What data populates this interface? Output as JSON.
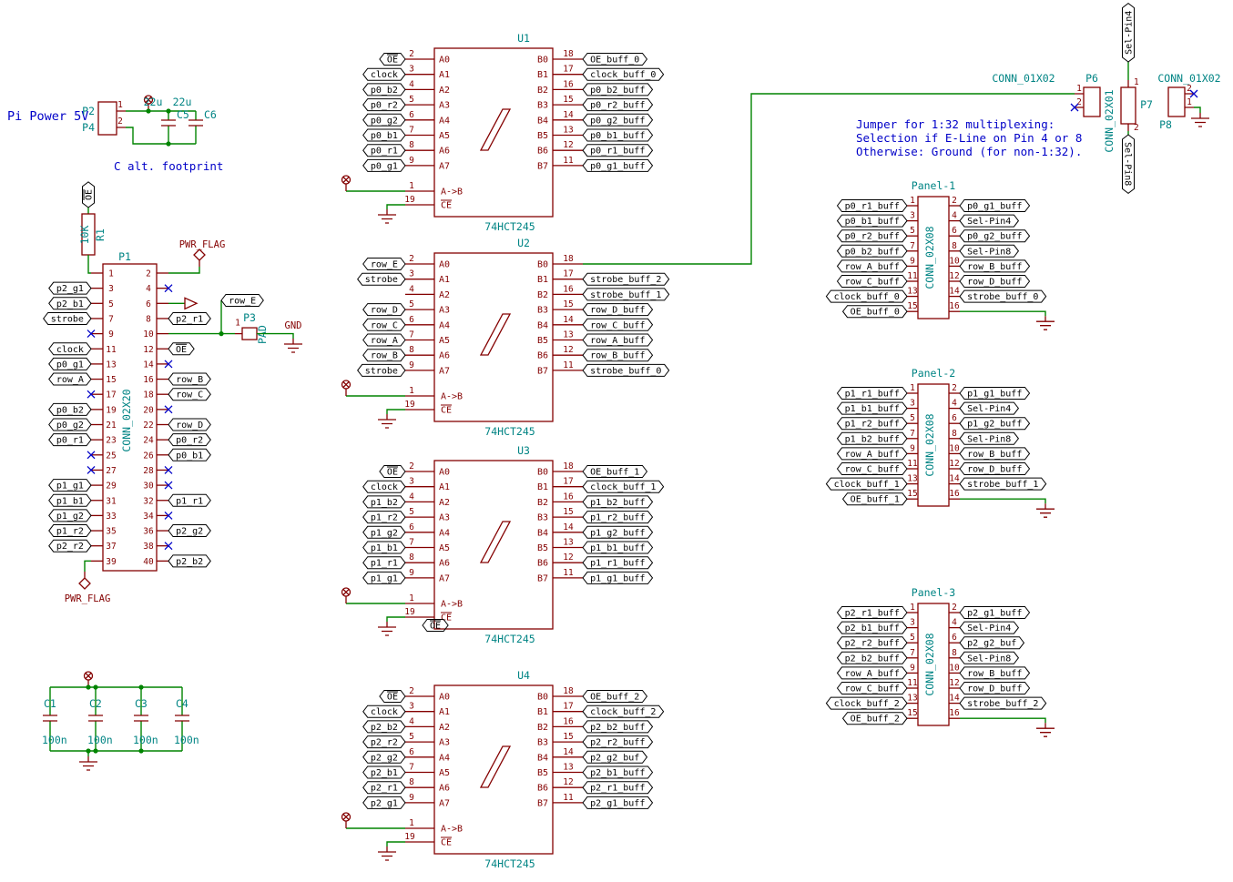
{
  "colors": {
    "wire_green": "#008400",
    "symbol_dark_red": "#840000",
    "reference_teal": "#008484",
    "label_black": "#000000",
    "note_blue": "#0000C8",
    "background": "#FFFFFF"
  },
  "notes": {
    "pi_power": "Pi Power 5V",
    "c_alt_footprint": "C alt. footprint",
    "jumper_note": [
      "Jumper for 1:32 multiplexing:",
      "Selection if E-Line on Pin 4 or 8",
      "Otherwise: Ground (for non-1:32)."
    ]
  },
  "pwr_flag": "PWR_FLAG",
  "gnd": "GND",
  "power_input": {
    "pin_labels": [
      "P2",
      "P4"
    ],
    "pin_numbers": [
      "1",
      "2"
    ],
    "caps": [
      {
        "ref": "C5",
        "value": "22u"
      },
      {
        "ref": "C6",
        "value": "22u"
      }
    ]
  },
  "pullup": {
    "ref": "R1",
    "value": "10K",
    "net": "OE"
  },
  "decoupling_caps": [
    {
      "ref": "C1",
      "value": "100n"
    },
    {
      "ref": "C2",
      "value": "100n"
    },
    {
      "ref": "C3",
      "value": "100n"
    },
    {
      "ref": "C4",
      "value": "100n"
    }
  ],
  "p1": {
    "ref": "P1",
    "value": "CONN_02X20",
    "left_pins": [
      {
        "num": "1"
      },
      {
        "num": "3",
        "label": "p2_g1"
      },
      {
        "num": "5",
        "label": "p2_b1"
      },
      {
        "num": "7",
        "label": "strobe"
      },
      {
        "num": "9",
        "nc": true
      },
      {
        "num": "11",
        "label": "clock"
      },
      {
        "num": "13",
        "label": "p0_g1"
      },
      {
        "num": "15",
        "label": "row_A"
      },
      {
        "num": "17",
        "nc": true
      },
      {
        "num": "19",
        "label": "p0_b2"
      },
      {
        "num": "21",
        "label": "p0_g2"
      },
      {
        "num": "23",
        "label": "p0_r1"
      },
      {
        "num": "25",
        "nc": true
      },
      {
        "num": "27",
        "nc": true
      },
      {
        "num": "29",
        "label": "p1_g1"
      },
      {
        "num": "31",
        "label": "p1_b1"
      },
      {
        "num": "33",
        "label": "p1_g2"
      },
      {
        "num": "35",
        "label": "p1_r2"
      },
      {
        "num": "37",
        "label": "p2_r2"
      },
      {
        "num": "39"
      }
    ],
    "right_pins": [
      {
        "num": "2"
      },
      {
        "num": "4",
        "nc": true
      },
      {
        "num": "6"
      },
      {
        "num": "8",
        "label": "p2_r1"
      },
      {
        "num": "10"
      },
      {
        "num": "12",
        "label": "OE"
      },
      {
        "num": "14",
        "nc": true
      },
      {
        "num": "16",
        "label": "row_B"
      },
      {
        "num": "18",
        "label": "row_C"
      },
      {
        "num": "20",
        "nc": true
      },
      {
        "num": "22",
        "label": "row_D"
      },
      {
        "num": "24",
        "label": "p0_r2"
      },
      {
        "num": "26",
        "label": "p0_b1"
      },
      {
        "num": "28",
        "nc": true
      },
      {
        "num": "30",
        "nc": true
      },
      {
        "num": "32",
        "label": "p1_r1"
      },
      {
        "num": "34",
        "nc": true
      },
      {
        "num": "36",
        "label": "p2_g2"
      },
      {
        "num": "38",
        "nc": true
      },
      {
        "num": "40",
        "label": "p2_b2"
      }
    ]
  },
  "row_e_net": {
    "label": "row_E"
  },
  "p3": {
    "ref": "P3",
    "value": "PAD",
    "pin": "1"
  },
  "buffers": [
    {
      "ref": "U1",
      "value": "74HCT245",
      "pin_numbers_left": [
        "2",
        "3",
        "4",
        "5",
        "6",
        "7",
        "8",
        "9"
      ],
      "pin_names_left": [
        "A0",
        "A1",
        "A2",
        "A3",
        "A4",
        "A5",
        "A6",
        "A7"
      ],
      "pin_numbers_right": [
        "18",
        "17",
        "16",
        "15",
        "14",
        "13",
        "12",
        "11"
      ],
      "pin_names_right": [
        "B0",
        "B1",
        "B2",
        "B3",
        "B4",
        "B5",
        "B6",
        "B7"
      ],
      "dir_pin": {
        "num": "1",
        "name": "A->B"
      },
      "enable_pin": {
        "num": "19",
        "name": "CE"
      },
      "inputs": [
        "OE",
        "clock",
        "p0_b2",
        "p0_r2",
        "p0_g2",
        "p0_b1",
        "p0_r1",
        "p0_g1"
      ],
      "outputs": [
        "OE_buff_0",
        "clock_buff_0",
        "p0_b2_buff",
        "p0_r2_buff",
        "p0_g2_buff",
        "p0_b1_buff",
        "p0_r1_buff",
        "p0_g1_buff"
      ]
    },
    {
      "ref": "U2",
      "value": "74HCT245",
      "pin_numbers_left": [
        "2",
        "3",
        "4",
        "5",
        "6",
        "7",
        "8",
        "9"
      ],
      "pin_names_left": [
        "A0",
        "A1",
        "A2",
        "A3",
        "A4",
        "A5",
        "A6",
        "A7"
      ],
      "pin_numbers_right": [
        "18",
        "17",
        "16",
        "15",
        "14",
        "13",
        "12",
        "11"
      ],
      "pin_names_right": [
        "B0",
        "B1",
        "B2",
        "B3",
        "B4",
        "B5",
        "B6",
        "B7"
      ],
      "dir_pin": {
        "num": "1",
        "name": "A->B"
      },
      "enable_pin": {
        "num": "19",
        "name": "CE"
      },
      "inputs": [
        "row_E",
        "strobe",
        null,
        "row_D",
        "row_C",
        "row_A",
        "row_B",
        "strobe"
      ],
      "outputs": [
        null,
        "strobe_buff_2",
        "strobe_buff_1",
        "row_D_buff",
        "row_C_buff",
        "row_A_buff",
        "row_B_buff",
        "strobe_buff_0"
      ]
    },
    {
      "ref": "U3",
      "value": "74HCT245",
      "pin_numbers_left": [
        "2",
        "3",
        "4",
        "5",
        "6",
        "7",
        "8",
        "9"
      ],
      "pin_names_left": [
        "A0",
        "A1",
        "A2",
        "A3",
        "A4",
        "A5",
        "A6",
        "A7"
      ],
      "pin_numbers_right": [
        "18",
        "17",
        "16",
        "15",
        "14",
        "13",
        "12",
        "11"
      ],
      "pin_names_right": [
        "B0",
        "B1",
        "B2",
        "B3",
        "B4",
        "B5",
        "B6",
        "B7"
      ],
      "dir_pin": {
        "num": "1",
        "name": "A->B"
      },
      "enable_pin": {
        "num": "19",
        "name": "CE"
      },
      "inputs": [
        "OE",
        "clock",
        "p1_b2",
        "p1_r2",
        "p1_g2",
        "p1_b1",
        "p1_r1",
        "p1_g1"
      ],
      "outputs": [
        "OE_buff_1",
        "clock_buff_1",
        "p1_b2_buff",
        "p1_r2_buff",
        "p1_g2_buff",
        "p1_b1_buff",
        "p1_r1_buff",
        "p1_g1_buff"
      ],
      "ce_extra_label": "OE"
    },
    {
      "ref": "U4",
      "value": "74HCT245",
      "pin_numbers_left": [
        "2",
        "3",
        "4",
        "5",
        "6",
        "7",
        "8",
        "9"
      ],
      "pin_names_left": [
        "A0",
        "A1",
        "A2",
        "A3",
        "A4",
        "A5",
        "A6",
        "A7"
      ],
      "pin_numbers_right": [
        "18",
        "17",
        "16",
        "15",
        "14",
        "13",
        "12",
        "11"
      ],
      "pin_names_right": [
        "B0",
        "B1",
        "B2",
        "B3",
        "B4",
        "B5",
        "B6",
        "B7"
      ],
      "dir_pin": {
        "num": "1",
        "name": "A->B"
      },
      "enable_pin": {
        "num": "19",
        "name": "CE"
      },
      "inputs": [
        "OE",
        "clock",
        "p2_b2",
        "p2_r2",
        "p2_g2",
        "p2_b1",
        "p2_r1",
        "p2_g1"
      ],
      "outputs": [
        "OE_buff_2",
        "clock_buff_2",
        "p2_b2_buff",
        "p2_r2_buff",
        "p2_g2_buf",
        "p2_b1_buff",
        "p2_r1_buff",
        "p2_g1_buff"
      ]
    }
  ],
  "panels": [
    {
      "title": "Panel-1",
      "value": "CONN_02X08",
      "left": [
        {
          "num": "1",
          "label": "p0_r1_buff"
        },
        {
          "num": "3",
          "label": "p0_b1_buff"
        },
        {
          "num": "5",
          "label": "p0_r2_buff"
        },
        {
          "num": "7",
          "label": "p0_b2_buff"
        },
        {
          "num": "9",
          "label": "row_A_buff"
        },
        {
          "num": "11",
          "label": "row_C_buff"
        },
        {
          "num": "13",
          "label": "clock_buff_0"
        },
        {
          "num": "15",
          "label": "OE_buff_0"
        }
      ],
      "right": [
        {
          "num": "2",
          "label": "p0_g1_buff"
        },
        {
          "num": "4",
          "label": "Sel-Pin4"
        },
        {
          "num": "6",
          "label": "p0_g2_buff"
        },
        {
          "num": "8",
          "label": "Sel-Pin8"
        },
        {
          "num": "10",
          "label": "row_B_buff"
        },
        {
          "num": "12",
          "label": "row_D_buff"
        },
        {
          "num": "14",
          "label": "strobe_buff_0"
        },
        {
          "num": "16",
          "gnd": true
        }
      ]
    },
    {
      "title": "Panel-2",
      "value": "CONN_02X08",
      "left": [
        {
          "num": "1",
          "label": "p1_r1_buff"
        },
        {
          "num": "3",
          "label": "p1_b1_buff"
        },
        {
          "num": "5",
          "label": "p1_r2_buff"
        },
        {
          "num": "7",
          "label": "p1_b2_buff"
        },
        {
          "num": "9",
          "label": "row_A_buff"
        },
        {
          "num": "11",
          "label": "row_C_buff"
        },
        {
          "num": "13",
          "label": "clock_buff_1"
        },
        {
          "num": "15",
          "label": "OE_buff_1"
        }
      ],
      "right": [
        {
          "num": "2",
          "label": "p1_g1_buff"
        },
        {
          "num": "4",
          "label": "Sel-Pin4"
        },
        {
          "num": "6",
          "label": "p1_g2_buff"
        },
        {
          "num": "8",
          "label": "Sel-Pin8"
        },
        {
          "num": "10",
          "label": "row_B_buff"
        },
        {
          "num": "12",
          "label": "row_D_buff"
        },
        {
          "num": "14",
          "label": "strobe_buff_1"
        },
        {
          "num": "16",
          "gnd": true
        }
      ]
    },
    {
      "title": "Panel-3",
      "value": "CONN_02X08",
      "left": [
        {
          "num": "1",
          "label": "p2_r1_buff"
        },
        {
          "num": "3",
          "label": "p2_b1_buff"
        },
        {
          "num": "5",
          "label": "p2_r2_buff"
        },
        {
          "num": "7",
          "label": "p2_b2_buff"
        },
        {
          "num": "9",
          "label": "row_A_buff"
        },
        {
          "num": "11",
          "label": "row_C_buff"
        },
        {
          "num": "13",
          "label": "clock_buff_2"
        },
        {
          "num": "15",
          "label": "OE_buff_2"
        }
      ],
      "right": [
        {
          "num": "2",
          "label": "p2_g1_buff"
        },
        {
          "num": "4",
          "label": "Sel-Pin4"
        },
        {
          "num": "6",
          "label": "p2_g2_buf"
        },
        {
          "num": "8",
          "label": "Sel-Pin8"
        },
        {
          "num": "10",
          "label": "row_B_buff"
        },
        {
          "num": "12",
          "label": "row_D_buff"
        },
        {
          "num": "14",
          "label": "strobe_buff_2"
        },
        {
          "num": "16",
          "gnd": true
        }
      ]
    }
  ],
  "jumper_block": {
    "sel4": "Sel-Pin4",
    "sel8": "Sel-Pin8",
    "p6": {
      "ref": "P6",
      "value": "CONN_01X02",
      "pins": [
        "1",
        "2"
      ]
    },
    "p7": {
      "ref": "P7",
      "value": "CONN_02X01",
      "pins": [
        "1",
        "2"
      ]
    },
    "p8": {
      "ref": "P8",
      "value": "CONN_01X02",
      "pins": [
        "2",
        "1"
      ]
    }
  }
}
